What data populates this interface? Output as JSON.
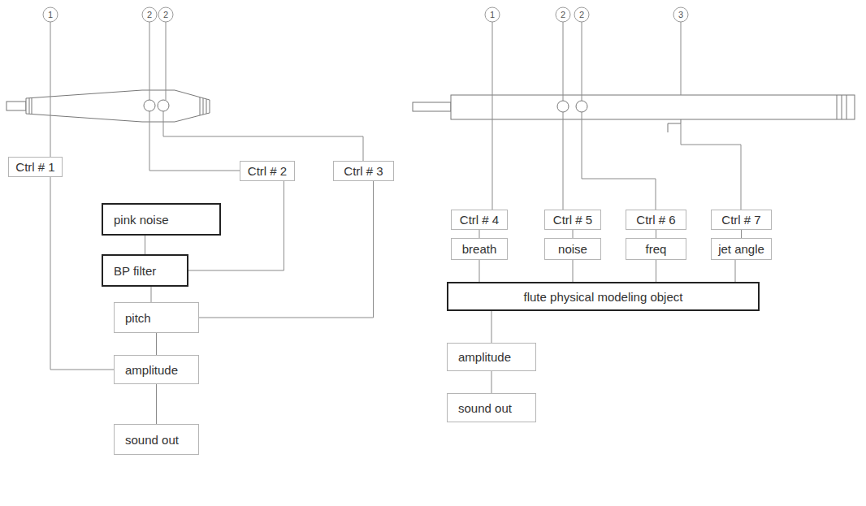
{
  "diagram": {
    "nodes": [
      {
        "text": [
          "Ctrl # 1"
        ]
      },
      {
        "text": [
          "Ctrl # 2"
        ]
      },
      {
        "text": [
          "Ctrl # 3"
        ]
      },
      {
        "text": [
          "pink noise"
        ]
      },
      {
        "text": [
          "BP filter"
        ]
      },
      {
        "text": [
          "pitch"
        ]
      },
      {
        "text": [
          "amplitude"
        ]
      },
      {
        "text": [
          "sound out"
        ]
      },
      {
        "text": [
          "Ctrl # 4"
        ]
      },
      {
        "text": [
          "Ctrl # 5"
        ]
      },
      {
        "text": [
          "Ctrl # 6"
        ]
      },
      {
        "text": [
          "Ctrl # 7"
        ]
      },
      {
        "text": [
          "breath"
        ]
      },
      {
        "text": [
          "noise"
        ]
      },
      {
        "text": [
          "freq"
        ]
      },
      {
        "text": [
          "jet angle"
        ]
      },
      {
        "text": [
          "flute physical modeling object"
        ]
      },
      {
        "text": [
          "amplitude"
        ]
      },
      {
        "text": [
          "sound out"
        ]
      }
    ],
    "edges": [
      {
        "from": 0,
        "to": 6,
        "arrow": "none"
      },
      {
        "from": 1,
        "to": 4,
        "arrow": "none"
      },
      {
        "from": 2,
        "to": 5,
        "arrow": "none"
      },
      {
        "from": 3,
        "to": 4,
        "arrow": "none"
      },
      {
        "from": 4,
        "to": 5,
        "arrow": "none"
      },
      {
        "from": 5,
        "to": 6,
        "arrow": "none"
      },
      {
        "from": 6,
        "to": 7,
        "arrow": "none"
      },
      {
        "from": 8,
        "to": 12,
        "arrow": "none"
      },
      {
        "from": 9,
        "to": 13,
        "arrow": "none"
      },
      {
        "from": 10,
        "to": 14,
        "arrow": "none"
      },
      {
        "from": 11,
        "to": 15,
        "arrow": "none"
      },
      {
        "from": 12,
        "to": 16,
        "arrow": "none"
      },
      {
        "from": 13,
        "to": 16,
        "arrow": "none"
      },
      {
        "from": 14,
        "to": 16,
        "arrow": "none"
      },
      {
        "from": 15,
        "to": 16,
        "arrow": "none"
      },
      {
        "from": 16,
        "to": 17,
        "arrow": "none"
      },
      {
        "from": 17,
        "to": 18,
        "arrow": "none"
      }
    ],
    "labels": [
      "1",
      "2",
      "2",
      "1",
      "2",
      "2",
      "3"
    ]
  }
}
